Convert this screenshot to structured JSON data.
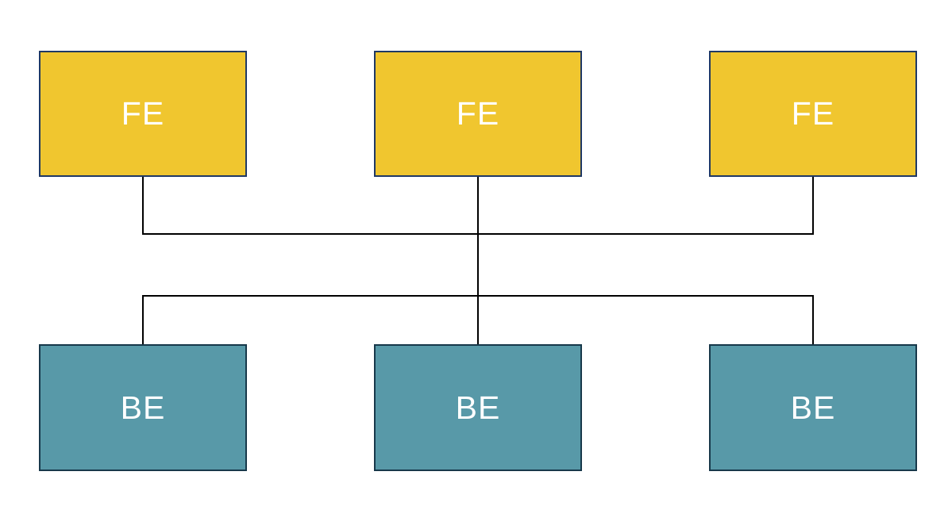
{
  "diagram": {
    "kind": "frontend-backend-topology",
    "frontend_nodes": [
      {
        "label": "FE"
      },
      {
        "label": "FE"
      },
      {
        "label": "FE"
      }
    ],
    "backend_nodes": [
      {
        "label": "BE"
      },
      {
        "label": "BE"
      },
      {
        "label": "BE"
      }
    ],
    "colors": {
      "fe_fill": "#F0C62F",
      "fe_border": "#1F3864",
      "be_fill": "#5899A8",
      "be_border": "#17384A",
      "connector": "#000000",
      "label_text": "#FFFFFF",
      "background": "#FFFFFF"
    }
  }
}
